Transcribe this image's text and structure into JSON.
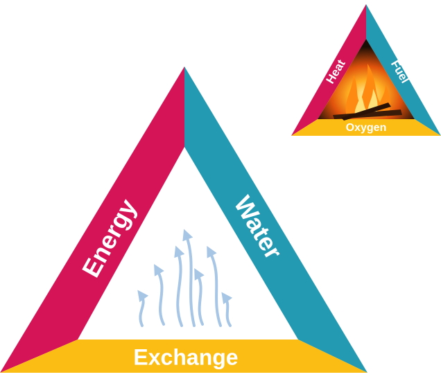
{
  "big_triangle": {
    "left_side": "Energy",
    "right_side": "Water",
    "bottom_side": "Exchange",
    "center_icon": "rising-vapor-arrows-icon"
  },
  "small_triangle": {
    "left_side": "Heat",
    "right_side": "Fuel",
    "bottom_side": "Oxygen",
    "center_image": "campfire-flames"
  },
  "colors": {
    "left_side": "#d41457",
    "right_side": "#2399b2",
    "bottom_side": "#fbbd14",
    "arrows": "#a7c6e6",
    "fire_background": "#1a0d05"
  }
}
